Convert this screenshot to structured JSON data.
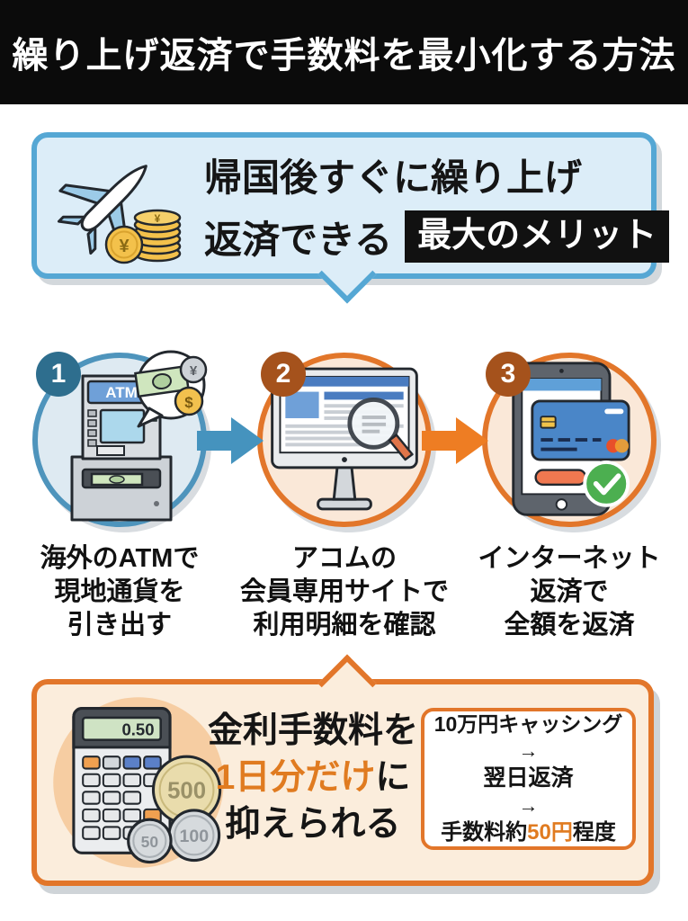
{
  "colors": {
    "header_bg": "#0b0b0b",
    "merit_border": "#55a7d4",
    "merit_fill": "#dcedf8",
    "highlight_bg": "#111111",
    "step_blue_border": "#4e94bc",
    "step_blue_badge": "#2e6e8e",
    "arrow_blue": "#4593be",
    "step_orange_border": "#e2762a",
    "step_orange_badge": "#a5521c",
    "arrow_orange": "#ee7d23",
    "benefit_fill": "#fbeddc",
    "accent_orange_text": "#e07b20"
  },
  "header": {
    "title": "繰り上げ返済で手数料を最小化する方法"
  },
  "merit_bubble": {
    "line1": "帰国後すぐに繰り上げ",
    "line2_prefix": "返済できる",
    "highlight": "最大のメリット"
  },
  "steps": [
    {
      "number": "1",
      "atm_label": "ATM",
      "caption_lines": [
        "海外のATMで",
        "現地通貨を",
        "引き出す"
      ]
    },
    {
      "number": "2",
      "caption_lines": [
        "アコムの",
        "会員専用サイトで",
        "利用明細を確認"
      ]
    },
    {
      "number": "3",
      "caption_lines": [
        "インターネット",
        "返済で",
        "全額を返済"
      ]
    }
  ],
  "symbols": {
    "yen": "¥",
    "dollar": "$"
  },
  "benefit_box": {
    "line1": "金利手数料を",
    "line2_highlight": "1日分だけ",
    "line2_suffix": "に",
    "line3": "抑えられる",
    "calculator_display": "0.50",
    "coins": [
      "500",
      "100",
      "50"
    ],
    "example": {
      "line1": "10万円キャッシング",
      "arrow": "→",
      "line2": "翌日返済",
      "line3_prefix": "手数料約",
      "line3_highlight": "50円",
      "line3_suffix": "程度"
    }
  }
}
